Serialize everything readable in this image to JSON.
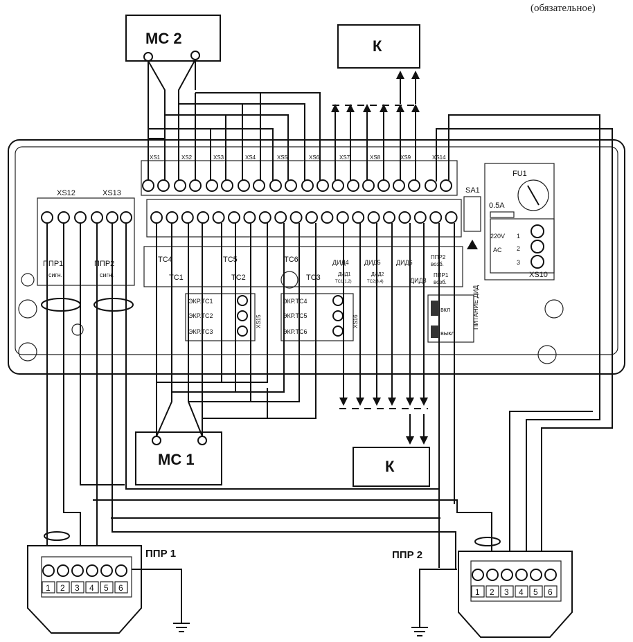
{
  "header_note": "(обязательное)",
  "blocks": {
    "ms2": "МС 2",
    "ms1": "МС 1",
    "k_top": "К",
    "k_bottom": "К"
  },
  "connectors": {
    "xs_top": [
      "XS1",
      "XS2",
      "XS3",
      "XS4",
      "XS5",
      "XS6",
      "XS7",
      "XS8",
      "XS9",
      "XS14"
    ],
    "xs12": "XS12",
    "xs13": "XS13",
    "xs15": "XS15",
    "xs16": "XS16",
    "xs10": "XS10",
    "sa1": "SA1",
    "fu1": "FU1"
  },
  "channels": {
    "ppr1_sig": [
      "ППР1",
      "сигн."
    ],
    "ppr2_sig": [
      "ППР2",
      "сигн."
    ],
    "tc_top": [
      "ТС4",
      "ТС5",
      "ТС6"
    ],
    "tc_bottom": [
      "ТС1",
      "ТС2",
      "ТС3"
    ],
    "did_top": [
      "ДИД4",
      "ДИД5",
      "ДИД6"
    ],
    "did1": [
      "ДИД1",
      "ТС1(1,2)"
    ],
    "did2": [
      "ДИД2",
      "ТС2(3,4)"
    ],
    "did3": "ДИД3",
    "ppr2_vozb": [
      "ППР2",
      "возб."
    ],
    "ppr1_vozb": [
      "ППР1",
      "возб."
    ],
    "screens_a": [
      "ЭКР.ТС1",
      "ЭКР.ТС2",
      "ЭКР.ТС3"
    ],
    "screens_b": [
      "ЭКР.ТС4",
      "ЭКР.ТС5",
      "ЭКР.ТС6"
    ]
  },
  "power": {
    "fuse_rating": "0.5A",
    "voltage": "220V",
    "ac": "AC",
    "pins": [
      "1",
      "2",
      "3"
    ],
    "switch_title": "ПИТАНИЕ ДИД",
    "on": "вкл",
    "off": "выкл"
  },
  "ppr_units": {
    "ppr1": "ППР 1",
    "ppr2": "ППР 2",
    "terminals": [
      "1",
      "2",
      "3",
      "4",
      "5",
      "6"
    ]
  }
}
